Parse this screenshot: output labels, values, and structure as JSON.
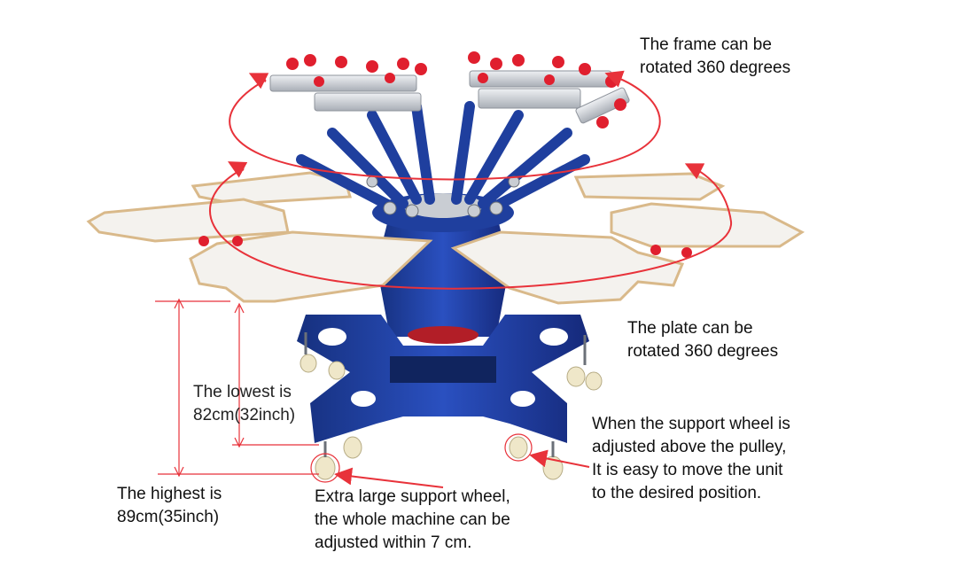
{
  "annotations": {
    "frame_rotation": [
      "The frame can be",
      "rotated 360 degrees"
    ],
    "plate_rotation": [
      "The plate can be",
      "rotated 360 degrees"
    ],
    "lowest_height": [
      "The lowest is",
      "82cm(32inch)"
    ],
    "highest_height": [
      "The highest is",
      "89cm(35inch)"
    ],
    "support_wheel": [
      "Extra large support wheel,",
      "the whole machine can be",
      "adjusted within 7 cm."
    ],
    "wheel_adjust": [
      "When the support wheel is",
      "adjusted above the pulley,",
      "It is easy to move the unit",
      "to the desired position."
    ]
  },
  "colors": {
    "annotation_red": "#e8323a",
    "machine_blue": "#1f3f9e",
    "pallet_white": "#f4f2ee",
    "pallet_edge": "#d9b98a",
    "clamp_red": "#e01f2e",
    "frame_silver": "#c9cdd3"
  }
}
